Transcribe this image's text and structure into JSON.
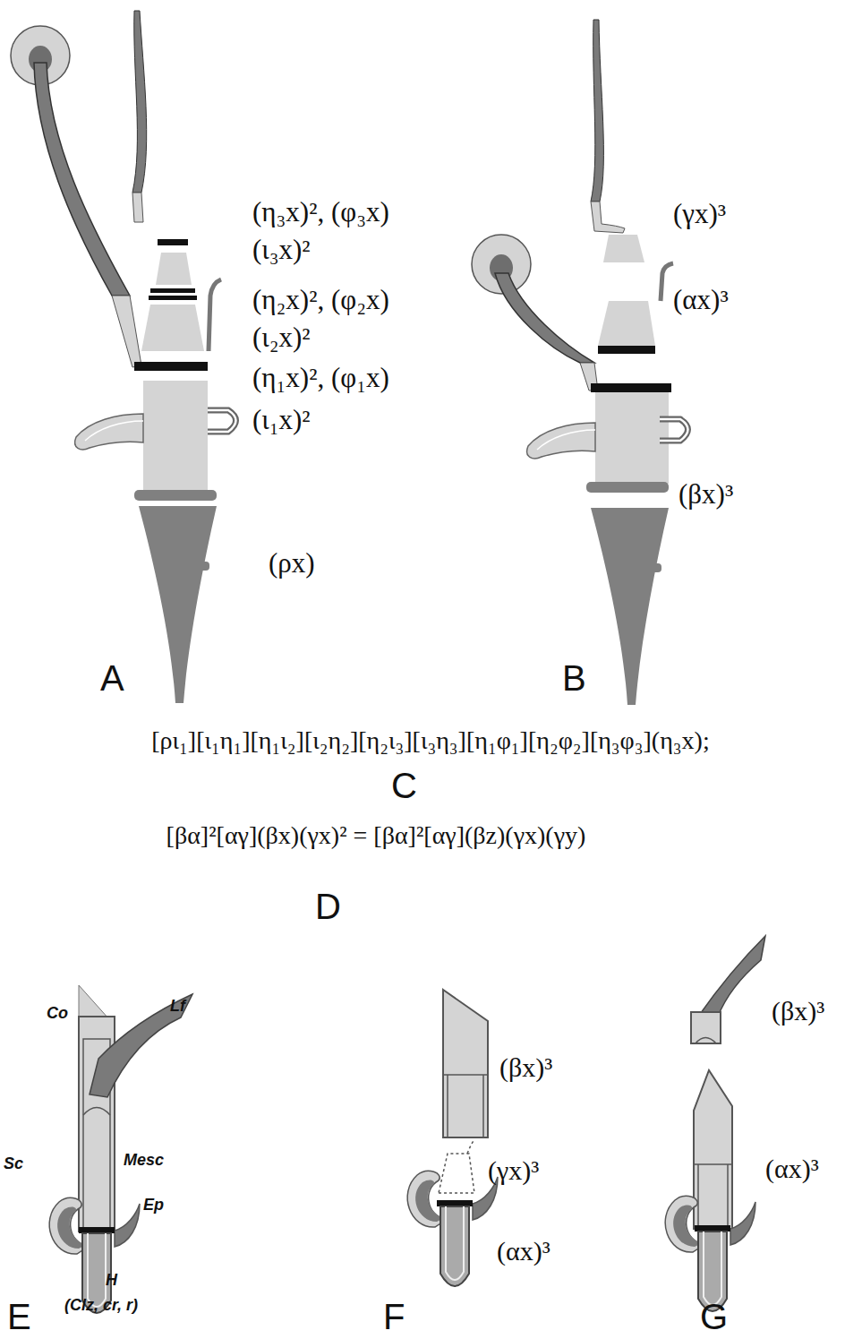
{
  "diagram": {
    "labels": [
      "(η₃x)², (φ₃x)",
      "(ι₃x)²",
      "(η₂x)², (φ₂x)",
      "(ι₂x)²",
      "(η₁x)², (φ₁x)",
      "(ι₁x)²",
      "(ρx)",
      "A",
      "(γx)³",
      "(αx)³",
      "(βx)³",
      "B",
      "[ρι₁][ι₁η₁][η₁ι₂][ι₂η₂][η₂ι₃][ι₃η₃][η₁φ₁][η₂φ₂][η₃φ₃](η₃x);",
      "C",
      "[βα]²[αγ](βx)(γx)² = [βα]²[αγ](βz)(γx)(γy)",
      "D",
      "Co",
      "Lf",
      "Sc",
      "Mesc",
      "Ep",
      "H",
      "(Clz, cr, r)",
      "E",
      "(βx)³",
      "(γx)³",
      "(αx)³",
      "F",
      "(βx)³",
      "(αx)³",
      "G"
    ]
  }
}
